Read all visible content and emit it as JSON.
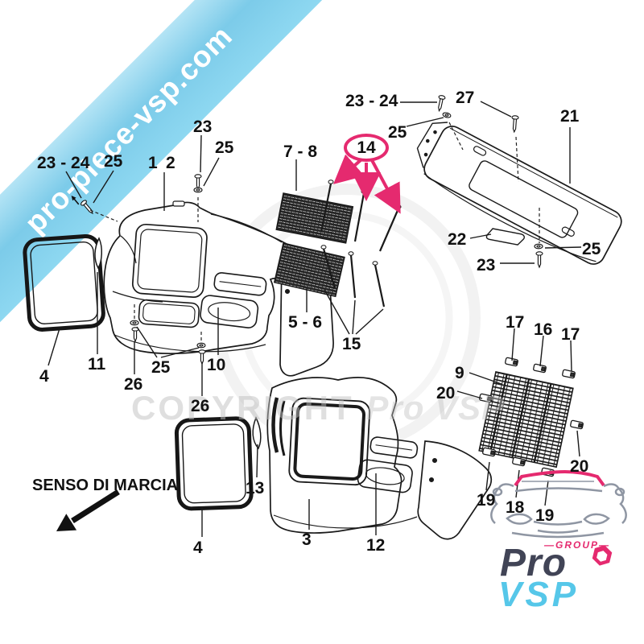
{
  "ribbon": {
    "text": "pro-piece-vsp.com"
  },
  "watermark": {
    "copyright": "COPYRIGHT",
    "brand": "Pro VSP"
  },
  "direction": {
    "label": "SENSO DI MARCIA"
  },
  "logo": {
    "group_label": "—GROUP—",
    "name_top": "Pro",
    "name_bottom": "VSP"
  },
  "colors": {
    "ribbon_blue": "#7ccbe9",
    "accent_pink": "#e52a6f",
    "logo_dark": "#414456",
    "logo_cyan": "#56c7e9",
    "watermark_gray": "#c0c0c0"
  },
  "callouts": [
    {
      "text": "23 - 24"
    },
    {
      "text": "25"
    },
    {
      "text": "1"
    },
    {
      "text": "2"
    },
    {
      "text": "23"
    },
    {
      "text": "25"
    },
    {
      "text": "7 - 8"
    },
    {
      "text": "14"
    },
    {
      "text": "23 - 24"
    },
    {
      "text": "25"
    },
    {
      "text": "27"
    },
    {
      "text": "21"
    },
    {
      "text": "22"
    },
    {
      "text": "25"
    },
    {
      "text": "23"
    },
    {
      "text": "5 - 6"
    },
    {
      "text": "15"
    },
    {
      "text": "17"
    },
    {
      "text": "16"
    },
    {
      "text": "17"
    },
    {
      "text": "9"
    },
    {
      "text": "20"
    },
    {
      "text": "20"
    },
    {
      "text": "19"
    },
    {
      "text": "18"
    },
    {
      "text": "19"
    },
    {
      "text": "11"
    },
    {
      "text": "26"
    },
    {
      "text": "25"
    },
    {
      "text": "10"
    },
    {
      "text": "26"
    },
    {
      "text": "4"
    },
    {
      "text": "13"
    },
    {
      "text": "4"
    },
    {
      "text": "3"
    },
    {
      "text": "12"
    }
  ]
}
